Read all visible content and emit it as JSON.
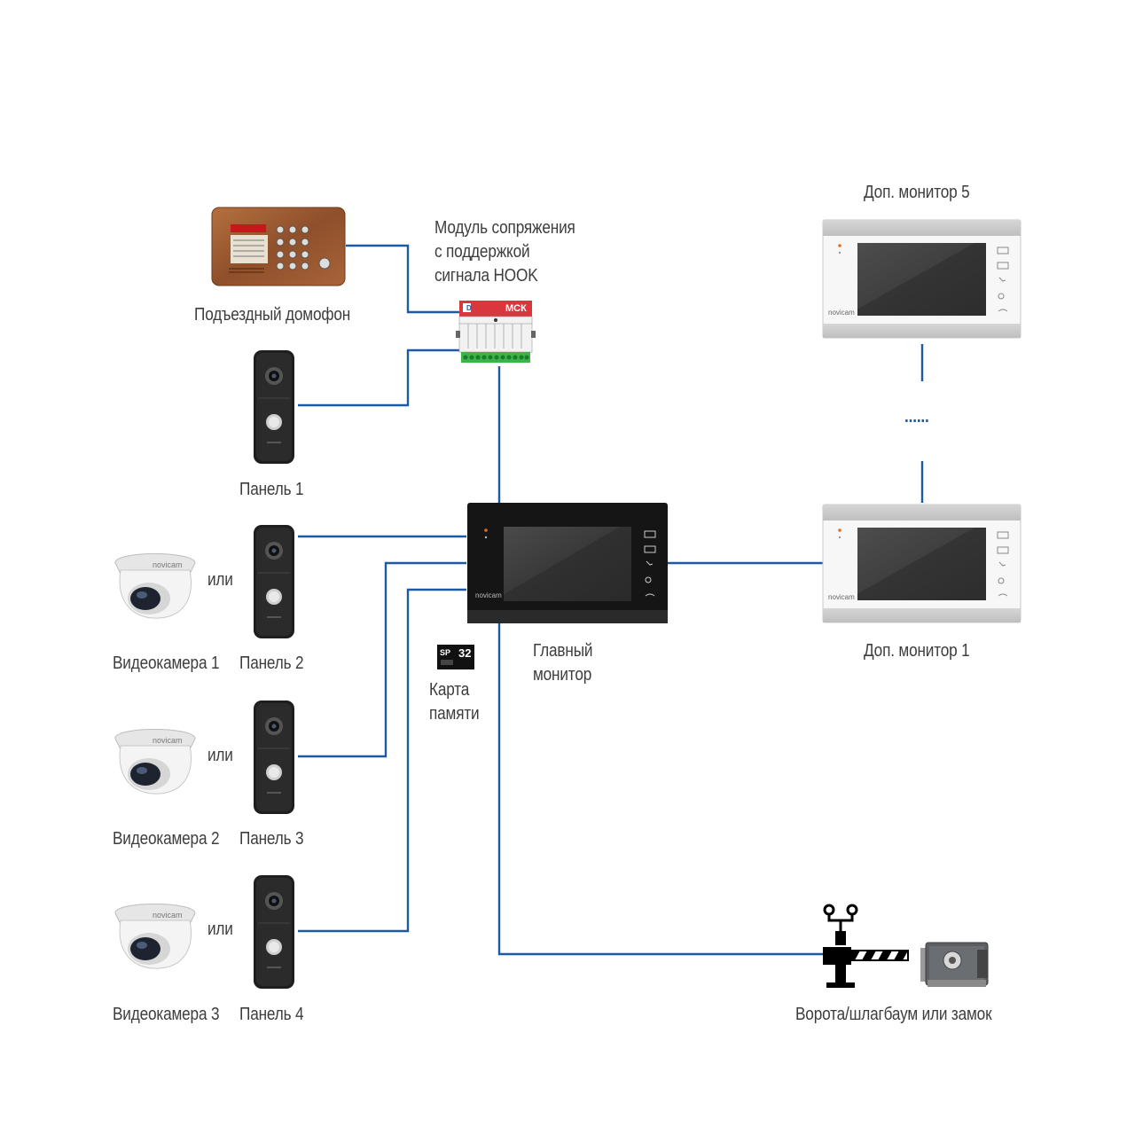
{
  "labels": {
    "door_intercom": "Подъездный домофон",
    "module_line1": "Модуль сопряжения",
    "module_line2": "с поддержкой",
    "module_line3": "сигнала HOOK",
    "panel1": "Панель 1",
    "panel2": "Панель 2",
    "panel3": "Панель 3",
    "panel4": "Панель 4",
    "camera1": "Видеокамера 1",
    "camera2": "Видеокамера 2",
    "camera3": "Видеокамера 3",
    "or1": "или",
    "or2": "или",
    "or3": "или",
    "main_monitor_line1": "Главный",
    "main_monitor_line2": "монитор",
    "memory_card_line1": "Карта",
    "memory_card_line2": "памяти",
    "extra_monitor5": "Доп. монитор 5",
    "extra_monitor1": "Доп. монитор 1",
    "gate": "Ворота/шлагбаум или замок",
    "ellipsis": "......"
  },
  "device_text": {
    "module_brand": "МСК",
    "brand": "novicam",
    "card_capacity": "32",
    "card_brand": "SP"
  },
  "colors": {
    "wire": "#1c5aa6",
    "text": "#3d3d3d",
    "intercom": "#9a5a32",
    "module_red": "#d9363e"
  }
}
